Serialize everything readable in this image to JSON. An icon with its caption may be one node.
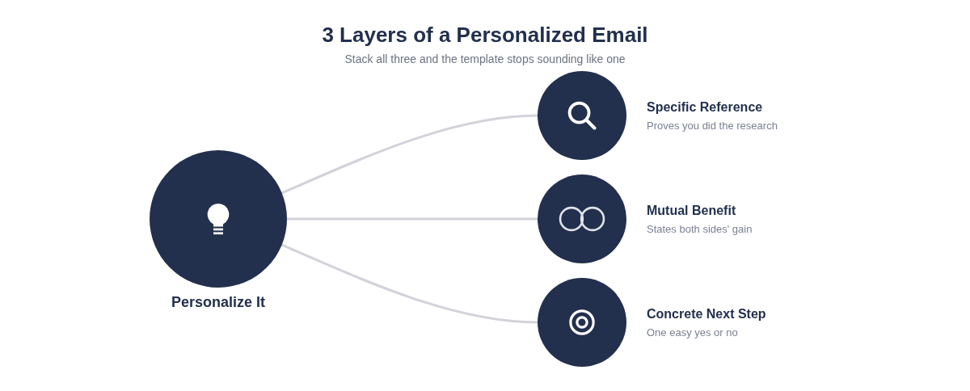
{
  "diagram": {
    "title": "3 Layers of a Personalized Email",
    "nodes": [
      {
        "text": [
          "Personalize It"
        ]
      },
      {
        "text": [
          "Specific Reference",
          "Proves you did the research"
        ]
      },
      {
        "text": [
          "Mutual Benefit",
          "States both sides' gain"
        ]
      },
      {
        "text": [
          "Concrete Next Step",
          "One easy yes or no"
        ]
      }
    ],
    "edges": [
      {
        "from": 0,
        "to": 1,
        "arrow": "none"
      },
      {
        "from": 0,
        "to": 2,
        "arrow": "none"
      },
      {
        "from": 0,
        "to": 3,
        "arrow": "none"
      }
    ],
    "labels": [
      "Stack all three and the template stops sounding like one"
    ]
  }
}
